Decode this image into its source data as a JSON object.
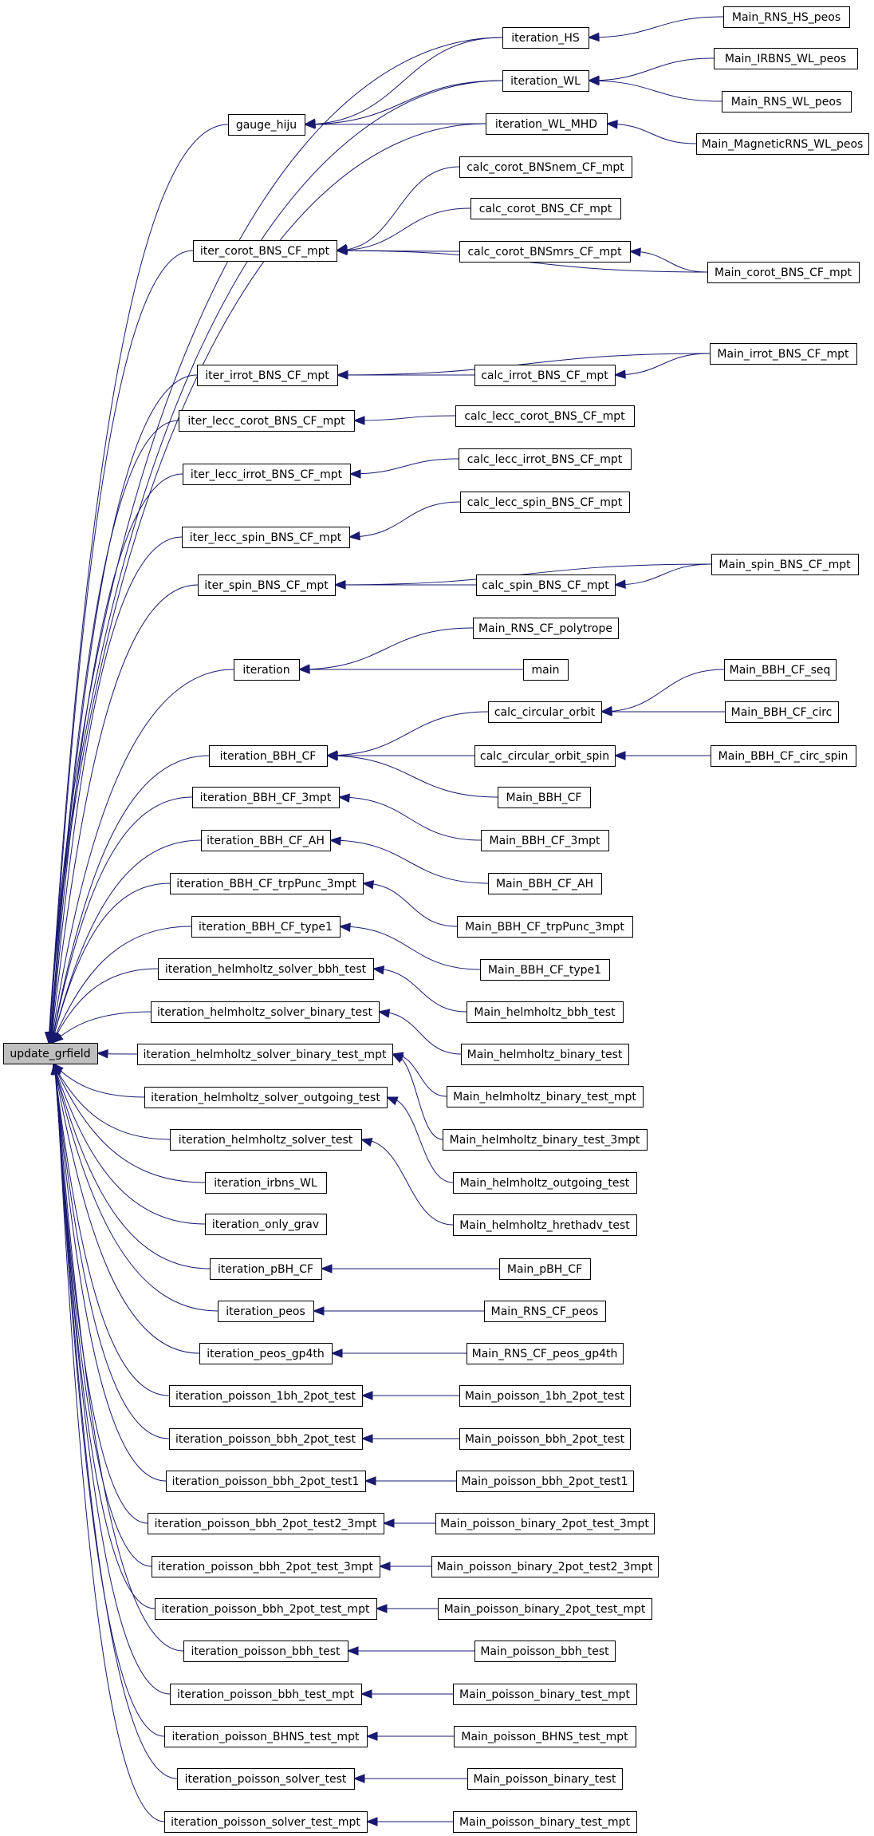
{
  "diagram": {
    "type": "call-graph",
    "direction": "right-to-left",
    "colors": {
      "edge": "#191970",
      "node_border": "#000000",
      "node_fill": "#ffffff",
      "root_fill": "#bfbfbf",
      "text": "#000000"
    },
    "nodes": [
      {
        "id": "update_grfield",
        "label": "update_grfield",
        "root": true
      },
      {
        "id": "gauge_hiju",
        "label": "gauge_hiju"
      },
      {
        "id": "iteration_HS",
        "label": "iteration_HS"
      },
      {
        "id": "iteration_WL",
        "label": "iteration_WL"
      },
      {
        "id": "iteration_WL_MHD",
        "label": "iteration_WL_MHD"
      },
      {
        "id": "Main_RNS_HS_peos",
        "label": "Main_RNS_HS_peos"
      },
      {
        "id": "Main_IRBNS_WL_peos",
        "label": "Main_IRBNS_WL_peos"
      },
      {
        "id": "Main_RNS_WL_peos",
        "label": "Main_RNS_WL_peos"
      },
      {
        "id": "Main_MagneticRNS_WL_peos",
        "label": "Main_MagneticRNS_WL_peos"
      },
      {
        "id": "iter_corot_BNS_CF_mpt",
        "label": "iter_corot_BNS_CF_mpt"
      },
      {
        "id": "calc_corot_BNSnem_CF_mpt",
        "label": "calc_corot_BNSnem_CF_mpt"
      },
      {
        "id": "calc_corot_BNS_CF_mpt",
        "label": "calc_corot_BNS_CF_mpt"
      },
      {
        "id": "calc_corot_BNSmrs_CF_mpt",
        "label": "calc_corot_BNSmrs_CF_mpt"
      },
      {
        "id": "Main_corot_BNS_CF_mpt",
        "label": "Main_corot_BNS_CF_mpt"
      },
      {
        "id": "iter_irrot_BNS_CF_mpt",
        "label": "iter_irrot_BNS_CF_mpt"
      },
      {
        "id": "calc_irrot_BNS_CF_mpt",
        "label": "calc_irrot_BNS_CF_mpt"
      },
      {
        "id": "Main_irrot_BNS_CF_mpt",
        "label": "Main_irrot_BNS_CF_mpt"
      },
      {
        "id": "iter_lecc_corot_BNS_CF_mpt",
        "label": "iter_lecc_corot_BNS_CF_mpt"
      },
      {
        "id": "calc_lecc_corot_BNS_CF_mpt",
        "label": "calc_lecc_corot_BNS_CF_mpt"
      },
      {
        "id": "iter_lecc_irrot_BNS_CF_mpt",
        "label": "iter_lecc_irrot_BNS_CF_mpt"
      },
      {
        "id": "calc_lecc_irrot_BNS_CF_mpt",
        "label": "calc_lecc_irrot_BNS_CF_mpt"
      },
      {
        "id": "iter_lecc_spin_BNS_CF_mpt",
        "label": "iter_lecc_spin_BNS_CF_mpt"
      },
      {
        "id": "calc_lecc_spin_BNS_CF_mpt",
        "label": "calc_lecc_spin_BNS_CF_mpt"
      },
      {
        "id": "iter_spin_BNS_CF_mpt",
        "label": "iter_spin_BNS_CF_mpt"
      },
      {
        "id": "calc_spin_BNS_CF_mpt",
        "label": "calc_spin_BNS_CF_mpt"
      },
      {
        "id": "Main_spin_BNS_CF_mpt",
        "label": "Main_spin_BNS_CF_mpt"
      },
      {
        "id": "iteration",
        "label": "iteration"
      },
      {
        "id": "Main_RNS_CF_polytrope",
        "label": "Main_RNS_CF_polytrope"
      },
      {
        "id": "main",
        "label": "main"
      },
      {
        "id": "iteration_BBH_CF",
        "label": "iteration_BBH_CF"
      },
      {
        "id": "calc_circular_orbit",
        "label": "calc_circular_orbit"
      },
      {
        "id": "calc_circular_orbit_spin",
        "label": "calc_circular_orbit_spin"
      },
      {
        "id": "Main_BBH_CF",
        "label": "Main_BBH_CF"
      },
      {
        "id": "Main_BBH_CF_seq",
        "label": "Main_BBH_CF_seq"
      },
      {
        "id": "Main_BBH_CF_circ",
        "label": "Main_BBH_CF_circ"
      },
      {
        "id": "Main_BBH_CF_circ_spin",
        "label": "Main_BBH_CF_circ_spin"
      },
      {
        "id": "iteration_BBH_CF_3mpt",
        "label": "iteration_BBH_CF_3mpt"
      },
      {
        "id": "Main_BBH_CF_3mpt",
        "label": "Main_BBH_CF_3mpt"
      },
      {
        "id": "iteration_BBH_CF_AH",
        "label": "iteration_BBH_CF_AH"
      },
      {
        "id": "Main_BBH_CF_AH",
        "label": "Main_BBH_CF_AH"
      },
      {
        "id": "iteration_BBH_CF_trpPunc_3mpt",
        "label": "iteration_BBH_CF_trpPunc_3mpt"
      },
      {
        "id": "Main_BBH_CF_trpPunc_3mpt",
        "label": "Main_BBH_CF_trpPunc_3mpt"
      },
      {
        "id": "iteration_BBH_CF_type1",
        "label": "iteration_BBH_CF_type1"
      },
      {
        "id": "Main_BBH_CF_type1",
        "label": "Main_BBH_CF_type1"
      },
      {
        "id": "iteration_helmholtz_solver_bbh_test",
        "label": "iteration_helmholtz_solver_bbh_test"
      },
      {
        "id": "Main_helmholtz_bbh_test",
        "label": "Main_helmholtz_bbh_test"
      },
      {
        "id": "iteration_helmholtz_solver_binary_test",
        "label": "iteration_helmholtz_solver_binary_test"
      },
      {
        "id": "Main_helmholtz_binary_test",
        "label": "Main_helmholtz_binary_test"
      },
      {
        "id": "iteration_helmholtz_solver_binary_test_mpt",
        "label": "iteration_helmholtz_solver_binary_test_mpt"
      },
      {
        "id": "Main_helmholtz_binary_test_mpt",
        "label": "Main_helmholtz_binary_test_mpt"
      },
      {
        "id": "Main_helmholtz_binary_test_3mpt",
        "label": "Main_helmholtz_binary_test_3mpt"
      },
      {
        "id": "iteration_helmholtz_solver_outgoing_test",
        "label": "iteration_helmholtz_solver_outgoing_test"
      },
      {
        "id": "Main_helmholtz_outgoing_test",
        "label": "Main_helmholtz_outgoing_test"
      },
      {
        "id": "iteration_helmholtz_solver_test",
        "label": "iteration_helmholtz_solver_test"
      },
      {
        "id": "Main_helmholtz_hrethadv_test",
        "label": "Main_helmholtz_hrethadv_test"
      },
      {
        "id": "iteration_irbns_WL",
        "label": "iteration_irbns_WL"
      },
      {
        "id": "iteration_only_grav",
        "label": "iteration_only_grav"
      },
      {
        "id": "iteration_pBH_CF",
        "label": "iteration_pBH_CF"
      },
      {
        "id": "Main_pBH_CF",
        "label": "Main_pBH_CF"
      },
      {
        "id": "iteration_peos",
        "label": "iteration_peos"
      },
      {
        "id": "Main_RNS_CF_peos",
        "label": "Main_RNS_CF_peos"
      },
      {
        "id": "iteration_peos_gp4th",
        "label": "iteration_peos_gp4th"
      },
      {
        "id": "Main_RNS_CF_peos_gp4th",
        "label": "Main_RNS_CF_peos_gp4th"
      },
      {
        "id": "iteration_poisson_1bh_2pot_test",
        "label": "iteration_poisson_1bh_2pot_test"
      },
      {
        "id": "Main_poisson_1bh_2pot_test",
        "label": "Main_poisson_1bh_2pot_test"
      },
      {
        "id": "iteration_poisson_bbh_2pot_test",
        "label": "iteration_poisson_bbh_2pot_test"
      },
      {
        "id": "Main_poisson_bbh_2pot_test",
        "label": "Main_poisson_bbh_2pot_test"
      },
      {
        "id": "iteration_poisson_bbh_2pot_test1",
        "label": "iteration_poisson_bbh_2pot_test1"
      },
      {
        "id": "Main_poisson_bbh_2pot_test1",
        "label": "Main_poisson_bbh_2pot_test1"
      },
      {
        "id": "iteration_poisson_bbh_2pot_test2_3mpt",
        "label": "iteration_poisson_bbh_2pot_test2_3mpt"
      },
      {
        "id": "Main_poisson_binary_2pot_test_3mpt",
        "label": "Main_poisson_binary_2pot_test_3mpt"
      },
      {
        "id": "iteration_poisson_bbh_2pot_test_3mpt",
        "label": "iteration_poisson_bbh_2pot_test_3mpt"
      },
      {
        "id": "Main_poisson_binary_2pot_test2_3mpt",
        "label": "Main_poisson_binary_2pot_test2_3mpt"
      },
      {
        "id": "iteration_poisson_bbh_2pot_test_mpt",
        "label": "iteration_poisson_bbh_2pot_test_mpt"
      },
      {
        "id": "Main_poisson_binary_2pot_test_mpt",
        "label": "Main_poisson_binary_2pot_test_mpt"
      },
      {
        "id": "iteration_poisson_bbh_test",
        "label": "iteration_poisson_bbh_test"
      },
      {
        "id": "Main_poisson_bbh_test",
        "label": "Main_poisson_bbh_test"
      },
      {
        "id": "iteration_poisson_bbh_test_mpt",
        "label": "iteration_poisson_bbh_test_mpt"
      },
      {
        "id": "Main_poisson_binary_test_mpt",
        "label": "Main_poisson_binary_test_mpt"
      },
      {
        "id": "iteration_poisson_BHNS_test_mpt",
        "label": "iteration_poisson_BHNS_test_mpt"
      },
      {
        "id": "Main_poisson_BHNS_test_mpt",
        "label": "Main_poisson_BHNS_test_mpt"
      },
      {
        "id": "iteration_poisson_solver_test",
        "label": "iteration_poisson_solver_test"
      },
      {
        "id": "Main_poisson_binary_test",
        "label": "Main_poisson_binary_test"
      },
      {
        "id": "iteration_poisson_solver_test_mpt",
        "label": "iteration_poisson_solver_test_mpt"
      },
      {
        "id": "Main_poisson_binary_test_mpt_b",
        "label": "Main_poisson_binary_test_mpt"
      }
    ],
    "edges": [
      [
        "gauge_hiju",
        "update_grfield"
      ],
      [
        "iteration_HS",
        "update_grfield"
      ],
      [
        "iteration_WL",
        "update_grfield"
      ],
      [
        "iteration_WL_MHD",
        "update_grfield"
      ],
      [
        "iter_corot_BNS_CF_mpt",
        "update_grfield"
      ],
      [
        "iter_irrot_BNS_CF_mpt",
        "update_grfield"
      ],
      [
        "iter_lecc_corot_BNS_CF_mpt",
        "update_grfield"
      ],
      [
        "iter_lecc_irrot_BNS_CF_mpt",
        "update_grfield"
      ],
      [
        "iter_lecc_spin_BNS_CF_mpt",
        "update_grfield"
      ],
      [
        "iter_spin_BNS_CF_mpt",
        "update_grfield"
      ],
      [
        "iteration",
        "update_grfield"
      ],
      [
        "iteration_BBH_CF",
        "update_grfield"
      ],
      [
        "iteration_BBH_CF_3mpt",
        "update_grfield"
      ],
      [
        "iteration_BBH_CF_AH",
        "update_grfield"
      ],
      [
        "iteration_BBH_CF_trpPunc_3mpt",
        "update_grfield"
      ],
      [
        "iteration_BBH_CF_type1",
        "update_grfield"
      ],
      [
        "iteration_helmholtz_solver_bbh_test",
        "update_grfield"
      ],
      [
        "iteration_helmholtz_solver_binary_test",
        "update_grfield"
      ],
      [
        "iteration_helmholtz_solver_binary_test_mpt",
        "update_grfield"
      ],
      [
        "iteration_helmholtz_solver_outgoing_test",
        "update_grfield"
      ],
      [
        "iteration_helmholtz_solver_test",
        "update_grfield"
      ],
      [
        "iteration_irbns_WL",
        "update_grfield"
      ],
      [
        "iteration_only_grav",
        "update_grfield"
      ],
      [
        "iteration_pBH_CF",
        "update_grfield"
      ],
      [
        "iteration_peos",
        "update_grfield"
      ],
      [
        "iteration_peos_gp4th",
        "update_grfield"
      ],
      [
        "iteration_poisson_1bh_2pot_test",
        "update_grfield"
      ],
      [
        "iteration_poisson_bbh_2pot_test",
        "update_grfield"
      ],
      [
        "iteration_poisson_bbh_2pot_test1",
        "update_grfield"
      ],
      [
        "iteration_poisson_bbh_2pot_test2_3mpt",
        "update_grfield"
      ],
      [
        "iteration_poisson_bbh_2pot_test_3mpt",
        "update_grfield"
      ],
      [
        "iteration_poisson_bbh_2pot_test_mpt",
        "update_grfield"
      ],
      [
        "iteration_poisson_bbh_test",
        "update_grfield"
      ],
      [
        "iteration_poisson_bbh_test_mpt",
        "update_grfield"
      ],
      [
        "iteration_poisson_BHNS_test_mpt",
        "update_grfield"
      ],
      [
        "iteration_poisson_solver_test",
        "update_grfield"
      ],
      [
        "iteration_poisson_solver_test_mpt",
        "update_grfield"
      ],
      [
        "iteration_HS",
        "gauge_hiju"
      ],
      [
        "iteration_WL",
        "gauge_hiju"
      ],
      [
        "iteration_WL_MHD",
        "gauge_hiju"
      ],
      [
        "Main_RNS_HS_peos",
        "iteration_HS"
      ],
      [
        "Main_IRBNS_WL_peos",
        "iteration_WL"
      ],
      [
        "Main_RNS_WL_peos",
        "iteration_WL"
      ],
      [
        "Main_MagneticRNS_WL_peos",
        "iteration_WL_MHD"
      ],
      [
        "calc_corot_BNSnem_CF_mpt",
        "iter_corot_BNS_CF_mpt"
      ],
      [
        "calc_corot_BNS_CF_mpt",
        "iter_corot_BNS_CF_mpt"
      ],
      [
        "calc_corot_BNSmrs_CF_mpt",
        "iter_corot_BNS_CF_mpt"
      ],
      [
        "Main_corot_BNS_CF_mpt",
        "iter_corot_BNS_CF_mpt"
      ],
      [
        "Main_corot_BNS_CF_mpt",
        "calc_corot_BNSmrs_CF_mpt"
      ],
      [
        "Main_irrot_BNS_CF_mpt",
        "iter_irrot_BNS_CF_mpt"
      ],
      [
        "calc_irrot_BNS_CF_mpt",
        "iter_irrot_BNS_CF_mpt"
      ],
      [
        "Main_irrot_BNS_CF_mpt",
        "calc_irrot_BNS_CF_mpt"
      ],
      [
        "calc_lecc_corot_BNS_CF_mpt",
        "iter_lecc_corot_BNS_CF_mpt"
      ],
      [
        "calc_lecc_irrot_BNS_CF_mpt",
        "iter_lecc_irrot_BNS_CF_mpt"
      ],
      [
        "calc_lecc_spin_BNS_CF_mpt",
        "iter_lecc_spin_BNS_CF_mpt"
      ],
      [
        "Main_spin_BNS_CF_mpt",
        "iter_spin_BNS_CF_mpt"
      ],
      [
        "calc_spin_BNS_CF_mpt",
        "iter_spin_BNS_CF_mpt"
      ],
      [
        "Main_spin_BNS_CF_mpt",
        "calc_spin_BNS_CF_mpt"
      ],
      [
        "Main_RNS_CF_polytrope",
        "iteration"
      ],
      [
        "main",
        "iteration"
      ],
      [
        "calc_circular_orbit",
        "iteration_BBH_CF"
      ],
      [
        "calc_circular_orbit_spin",
        "iteration_BBH_CF"
      ],
      [
        "Main_BBH_CF",
        "iteration_BBH_CF"
      ],
      [
        "Main_BBH_CF_seq",
        "calc_circular_orbit"
      ],
      [
        "Main_BBH_CF_circ",
        "calc_circular_orbit"
      ],
      [
        "Main_BBH_CF_circ_spin",
        "calc_circular_orbit_spin"
      ],
      [
        "Main_BBH_CF_3mpt",
        "iteration_BBH_CF_3mpt"
      ],
      [
        "Main_BBH_CF_AH",
        "iteration_BBH_CF_AH"
      ],
      [
        "Main_BBH_CF_trpPunc_3mpt",
        "iteration_BBH_CF_trpPunc_3mpt"
      ],
      [
        "Main_BBH_CF_type1",
        "iteration_BBH_CF_type1"
      ],
      [
        "Main_helmholtz_bbh_test",
        "iteration_helmholtz_solver_bbh_test"
      ],
      [
        "Main_helmholtz_binary_test",
        "iteration_helmholtz_solver_binary_test"
      ],
      [
        "Main_helmholtz_binary_test_mpt",
        "iteration_helmholtz_solver_binary_test_mpt"
      ],
      [
        "Main_helmholtz_binary_test_3mpt",
        "iteration_helmholtz_solver_binary_test_mpt"
      ],
      [
        "Main_helmholtz_outgoing_test",
        "iteration_helmholtz_solver_outgoing_test"
      ],
      [
        "Main_helmholtz_hrethadv_test",
        "iteration_helmholtz_solver_test"
      ],
      [
        "Main_pBH_CF",
        "iteration_pBH_CF"
      ],
      [
        "Main_RNS_CF_peos",
        "iteration_peos"
      ],
      [
        "Main_RNS_CF_peos_gp4th",
        "iteration_peos_gp4th"
      ],
      [
        "Main_poisson_1bh_2pot_test",
        "iteration_poisson_1bh_2pot_test"
      ],
      [
        "Main_poisson_bbh_2pot_test",
        "iteration_poisson_bbh_2pot_test"
      ],
      [
        "Main_poisson_bbh_2pot_test1",
        "iteration_poisson_bbh_2pot_test1"
      ],
      [
        "Main_poisson_binary_2pot_test_3mpt",
        "iteration_poisson_bbh_2pot_test2_3mpt"
      ],
      [
        "Main_poisson_binary_2pot_test2_3mpt",
        "iteration_poisson_bbh_2pot_test_3mpt"
      ],
      [
        "Main_poisson_binary_2pot_test_mpt",
        "iteration_poisson_bbh_2pot_test_mpt"
      ],
      [
        "Main_poisson_bbh_test",
        "iteration_poisson_bbh_test"
      ],
      [
        "Main_poisson_binary_test_mpt",
        "iteration_poisson_bbh_test_mpt"
      ],
      [
        "Main_poisson_BHNS_test_mpt",
        "iteration_poisson_BHNS_test_mpt"
      ],
      [
        "Main_poisson_binary_test",
        "iteration_poisson_solver_test"
      ],
      [
        "Main_poisson_binary_test_mpt_b",
        "iteration_poisson_solver_test_mpt"
      ]
    ]
  }
}
